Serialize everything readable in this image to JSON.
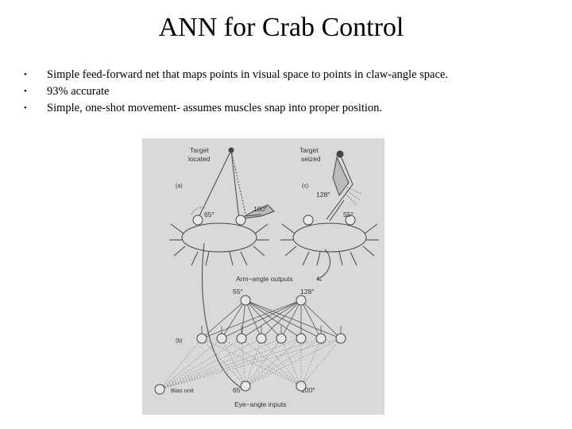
{
  "slide": {
    "title": "ANN for Crab Control",
    "bullets": [
      "Simple feed-forward net that maps points in visual space to points in claw-angle space.",
      "93% accurate",
      "Simple, one-shot movement- assumes muscles snap into proper position."
    ]
  },
  "figure": {
    "panel_a": {
      "tag": "(a)",
      "label_line1": "Target",
      "label_line2": "located",
      "angle_left": "65°",
      "angle_right": "100°"
    },
    "panel_c": {
      "tag": "(c)",
      "label_line1": "Target",
      "label_line2": "seized",
      "angle_upper": "128°",
      "angle_lower": "55°"
    },
    "panel_b": {
      "tag": "(b)",
      "outputs_label": "Arm−angle  outputs",
      "output_left": "55°",
      "output_right": "128°",
      "input_left": "65°",
      "input_right": "100°",
      "inputs_label": "Eye−angle  inputs",
      "bias_label": "Bias  unit"
    }
  }
}
